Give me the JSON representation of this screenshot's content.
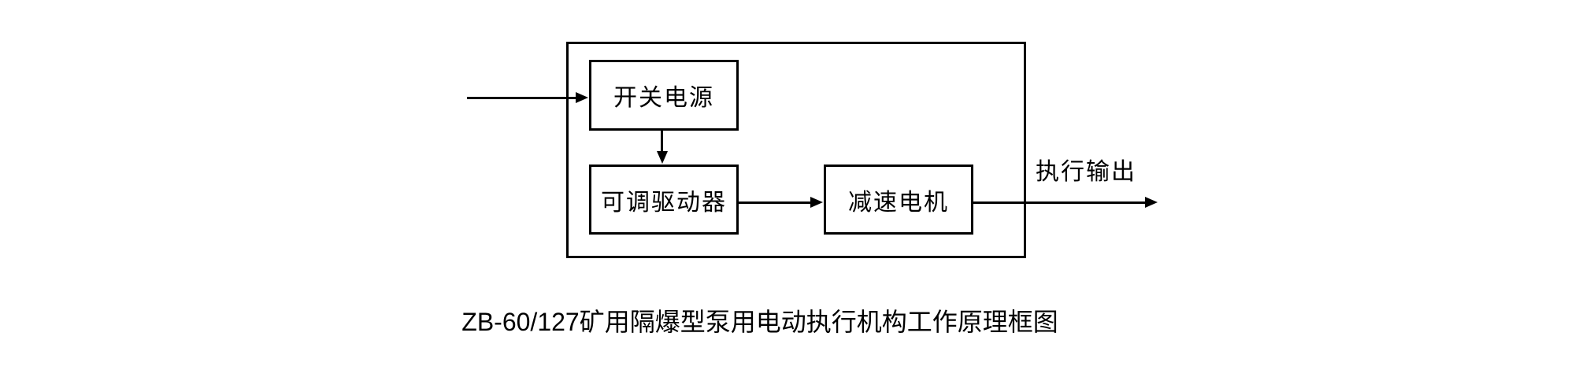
{
  "diagram": {
    "caption": "ZB-60/127矿用隔爆型泵用电动执行机构工作原理框图",
    "blocks": [
      {
        "id": "switching-power-supply",
        "label": "开关电源"
      },
      {
        "id": "adjustable-driver",
        "label": "可调驱动器"
      },
      {
        "id": "gear-motor",
        "label": "减速电机"
      }
    ],
    "labels": {
      "output": "执行输出"
    },
    "colors": {
      "line": "#000000",
      "background": "#ffffff"
    }
  }
}
